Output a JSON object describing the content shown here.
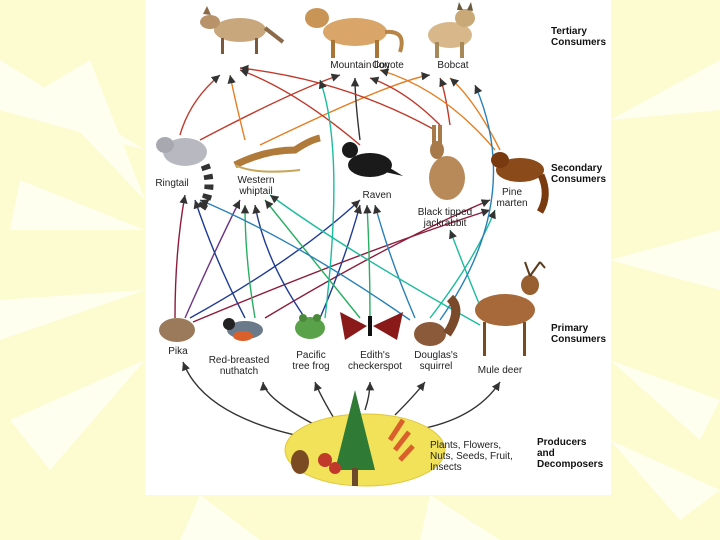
{
  "colors": {
    "background": "#fdfbd0",
    "rays": "#fffff0",
    "panel": "#ffffff",
    "arrow_black": "#333333",
    "arrow_red": "#c0392b",
    "arrow_orange": "#e67e22",
    "arrow_blue": "#2980b9",
    "arrow_teal": "#1abc9c",
    "arrow_green": "#27ae60",
    "arrow_purple": "#6c3483",
    "arrow_navy": "#1f3a93",
    "arrow_maroon": "#8e1b3a"
  },
  "levels": {
    "tertiary": "Tertiary\nConsumers",
    "secondary": "Secondary\nConsumers",
    "primary": "Primary\nConsumers",
    "producers": "Producers\nand\nDecomposers"
  },
  "organisms": {
    "coyote": "Coyote",
    "mountain_lion": "Mountain lion",
    "bobcat": "Bobcat",
    "ringtail": "Ringtail",
    "western_whiptail": "Western\nwhiptail",
    "raven": "Raven",
    "jackrabbit": "Black tipped\njackrabbit",
    "pine_marten": "Pine\nmarten",
    "pika": "Pika",
    "nuthatch": "Red-breasted\nnuthatch",
    "tree_frog": "Pacific\ntree frog",
    "checkerspot": "Edith's\ncheckerspot",
    "squirrel": "Douglas's\nsquirrel",
    "mule_deer": "Mule deer"
  },
  "producers_label": "Plants, Flowers,\nNuts, Seeds, Fruit,\nInsects"
}
